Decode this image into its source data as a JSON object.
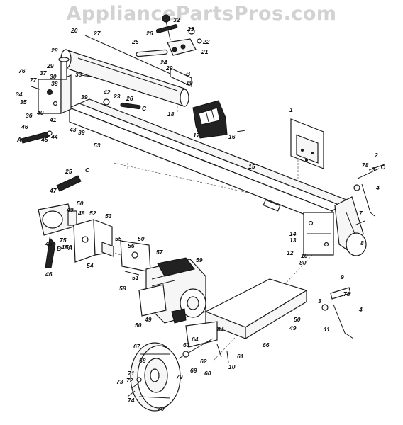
{
  "watermark": "AppliancePartsPros.com",
  "callouts": [
    {
      "id": "c1",
      "text": "1"
    },
    {
      "id": "c2",
      "text": "2"
    },
    {
      "id": "c3",
      "text": "3"
    },
    {
      "id": "c3b",
      "text": "3"
    },
    {
      "id": "c4",
      "text": "4"
    },
    {
      "id": "c4b",
      "text": "4"
    },
    {
      "id": "c7",
      "text": "7"
    },
    {
      "id": "c8",
      "text": "8"
    },
    {
      "id": "c9",
      "text": "9"
    },
    {
      "id": "c10",
      "text": "10"
    },
    {
      "id": "c10b",
      "text": "10"
    },
    {
      "id": "c11",
      "text": "11"
    },
    {
      "id": "c12",
      "text": "12"
    },
    {
      "id": "c13",
      "text": "13"
    },
    {
      "id": "c14",
      "text": "14"
    },
    {
      "id": "c15",
      "text": "15"
    },
    {
      "id": "c16",
      "text": "16"
    },
    {
      "id": "c17",
      "text": "17"
    },
    {
      "id": "c18",
      "text": "18"
    },
    {
      "id": "c19",
      "text": "19"
    },
    {
      "id": "c20",
      "text": "20"
    },
    {
      "id": "c20b",
      "text": "20"
    },
    {
      "id": "c21",
      "text": "21"
    },
    {
      "id": "c22",
      "text": "22"
    },
    {
      "id": "c23",
      "text": "23"
    },
    {
      "id": "c23b",
      "text": "23"
    },
    {
      "id": "c24",
      "text": "24"
    },
    {
      "id": "c25",
      "text": "25"
    },
    {
      "id": "c25b",
      "text": "25"
    },
    {
      "id": "c26",
      "text": "26"
    },
    {
      "id": "c26b",
      "text": "26"
    },
    {
      "id": "c27",
      "text": "27"
    },
    {
      "id": "c28",
      "text": "28"
    },
    {
      "id": "c29",
      "text": "29"
    },
    {
      "id": "c30",
      "text": "30"
    },
    {
      "id": "c32",
      "text": "32"
    },
    {
      "id": "c33",
      "text": "33"
    },
    {
      "id": "c34",
      "text": "34"
    },
    {
      "id": "c35",
      "text": "35"
    },
    {
      "id": "c36",
      "text": "36"
    },
    {
      "id": "c37",
      "text": "37"
    },
    {
      "id": "c38",
      "text": "38"
    },
    {
      "id": "c39",
      "text": "39"
    },
    {
      "id": "c39b",
      "text": "39"
    },
    {
      "id": "c40",
      "text": "40"
    },
    {
      "id": "c41",
      "text": "41"
    },
    {
      "id": "c42",
      "text": "42"
    },
    {
      "id": "c43",
      "text": "43"
    },
    {
      "id": "c44",
      "text": "44"
    },
    {
      "id": "c45",
      "text": "45"
    },
    {
      "id": "c45b",
      "text": "45"
    },
    {
      "id": "c46",
      "text": "46"
    },
    {
      "id": "c46b",
      "text": "46"
    },
    {
      "id": "c47",
      "text": "47"
    },
    {
      "id": "c48",
      "text": "48"
    },
    {
      "id": "c49",
      "text": "49"
    },
    {
      "id": "c49b",
      "text": "49"
    },
    {
      "id": "c49c",
      "text": "49"
    },
    {
      "id": "c49d",
      "text": "49"
    },
    {
      "id": "c50",
      "text": "50"
    },
    {
      "id": "c50b",
      "text": "50"
    },
    {
      "id": "c50c",
      "text": "50"
    },
    {
      "id": "c50d",
      "text": "50"
    },
    {
      "id": "c50e",
      "text": "50"
    },
    {
      "id": "c51",
      "text": "51"
    },
    {
      "id": "c52",
      "text": "52"
    },
    {
      "id": "c53",
      "text": "53"
    },
    {
      "id": "c53b",
      "text": "53"
    },
    {
      "id": "c54",
      "text": "54"
    },
    {
      "id": "c55",
      "text": "55"
    },
    {
      "id": "c56",
      "text": "56"
    },
    {
      "id": "c57",
      "text": "57"
    },
    {
      "id": "c58",
      "text": "58"
    },
    {
      "id": "c59",
      "text": "59"
    },
    {
      "id": "c60",
      "text": "60"
    },
    {
      "id": "c61",
      "text": "61"
    },
    {
      "id": "c62",
      "text": "62"
    },
    {
      "id": "c63",
      "text": "63"
    },
    {
      "id": "c64",
      "text": "64"
    },
    {
      "id": "c64b",
      "text": "64"
    },
    {
      "id": "c66",
      "text": "66"
    },
    {
      "id": "c67",
      "text": "67"
    },
    {
      "id": "c68",
      "text": "68"
    },
    {
      "id": "c69",
      "text": "69"
    },
    {
      "id": "c70",
      "text": "70"
    },
    {
      "id": "c71",
      "text": "71"
    },
    {
      "id": "c72",
      "text": "72"
    },
    {
      "id": "c73",
      "text": "73"
    },
    {
      "id": "c74",
      "text": "74"
    },
    {
      "id": "c75",
      "text": "75"
    },
    {
      "id": "c76",
      "text": "76"
    },
    {
      "id": "c77",
      "text": "77"
    },
    {
      "id": "c78",
      "text": "78"
    },
    {
      "id": "c78b",
      "text": "78"
    },
    {
      "id": "c79",
      "text": "79"
    },
    {
      "id": "c80",
      "text": "80"
    },
    {
      "id": "cA",
      "text": "A"
    },
    {
      "id": "cA2",
      "text": "A"
    },
    {
      "id": "cB",
      "text": "B"
    },
    {
      "id": "cB2",
      "text": "B"
    },
    {
      "id": "cC",
      "text": "C"
    },
    {
      "id": "cC2",
      "text": "C"
    }
  ]
}
